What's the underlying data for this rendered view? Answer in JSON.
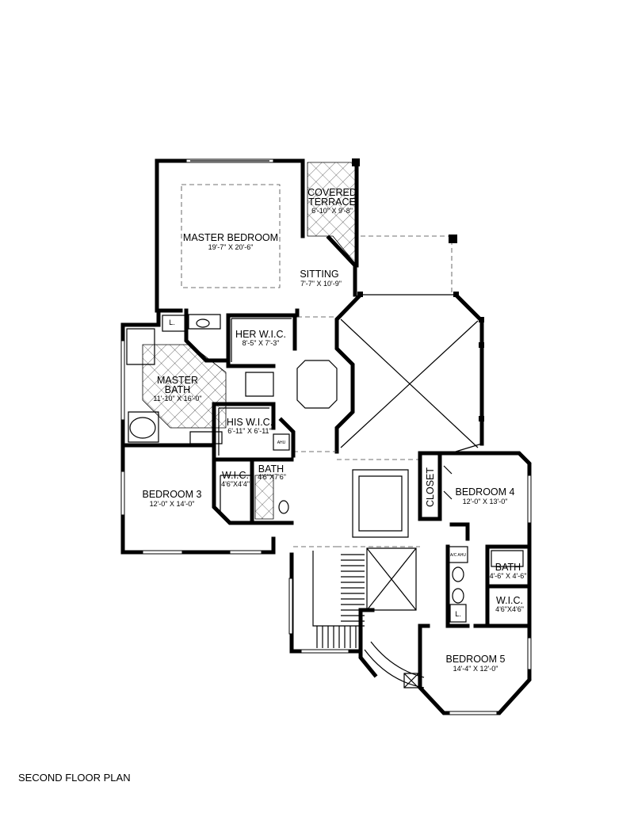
{
  "title": "SECOND FLOOR PLAN",
  "rooms": {
    "master_bedroom": {
      "name": "MASTER BEDROOM",
      "dims": "19'-7\" X 20'-6\""
    },
    "covered_terrace": {
      "name_line1": "COVERED",
      "name_line2": "TERRACE",
      "dims": "6'-10\" X 9'-8\""
    },
    "sitting": {
      "name": "SITTING",
      "dims": "7'-7\" X 10'-9\""
    },
    "her_wic": {
      "name": "HER W.I.C.",
      "dims": "8'-5\" X 7'-3\""
    },
    "master_bath": {
      "name_line1": "MASTER",
      "name_line2": "BATH",
      "dims": "11'-10\" X 16'-0\""
    },
    "his_wic": {
      "name": "HIS W.I.C.",
      "dims": "6'-11\" X 6'-11\""
    },
    "bedroom3": {
      "name": "BEDROOM 3",
      "dims": "12'-0\" X 14'-0\""
    },
    "wic_small": {
      "name": "W.I.C.",
      "dims": "4'6\"X4'4\""
    },
    "bath_small": {
      "name": "BATH",
      "dims": "4'6\"X7'6\""
    },
    "closet": {
      "name": "CLOSET"
    },
    "bedroom4": {
      "name": "BEDROOM 4",
      "dims": "12'-0\" X 13'-0\""
    },
    "bath2": {
      "name": "BATH",
      "dims": "4'-6\" X 4'-6\""
    },
    "wic2": {
      "name": "W.I.C.",
      "dims": "4'6\"X4'6\""
    },
    "bedroom5": {
      "name": "BEDROOM 5",
      "dims": "14'-4\" X 12'-0\""
    },
    "linen1": {
      "name": "L."
    },
    "linen2": {
      "name": "L."
    },
    "ahu1": {
      "name": "AHU"
    },
    "ahu2": {
      "name": "A/C AHU"
    }
  }
}
